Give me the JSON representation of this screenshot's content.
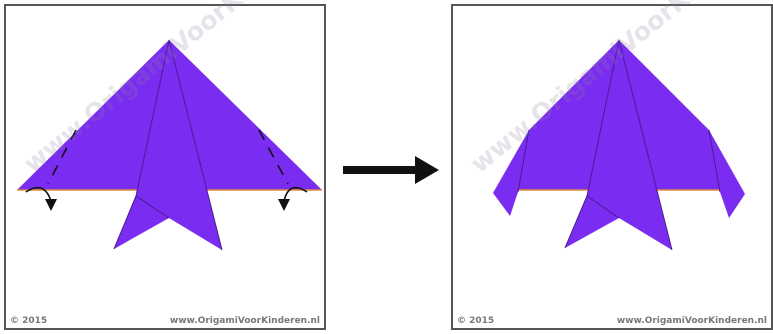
{
  "colors": {
    "paper": "#7a2cf0",
    "paper_edge": "#e08a3a",
    "fold_line": "#4a1a96",
    "frame": "#555555",
    "arrow": "#111111"
  },
  "steps": [
    {
      "watermark": "www.OrigamiVoorKinderen.nl",
      "copyright": "© 2015",
      "site": "www.OrigamiVoorKinderen.nl"
    },
    {
      "watermark": "www.OrigamiVoorKinderen.nl",
      "copyright": "© 2015",
      "site": "www.OrigamiVoorKinderen.nl"
    }
  ],
  "icons": {
    "next_step": "right-arrow-icon",
    "fold_back": "curved-fold-arrow-icon"
  }
}
